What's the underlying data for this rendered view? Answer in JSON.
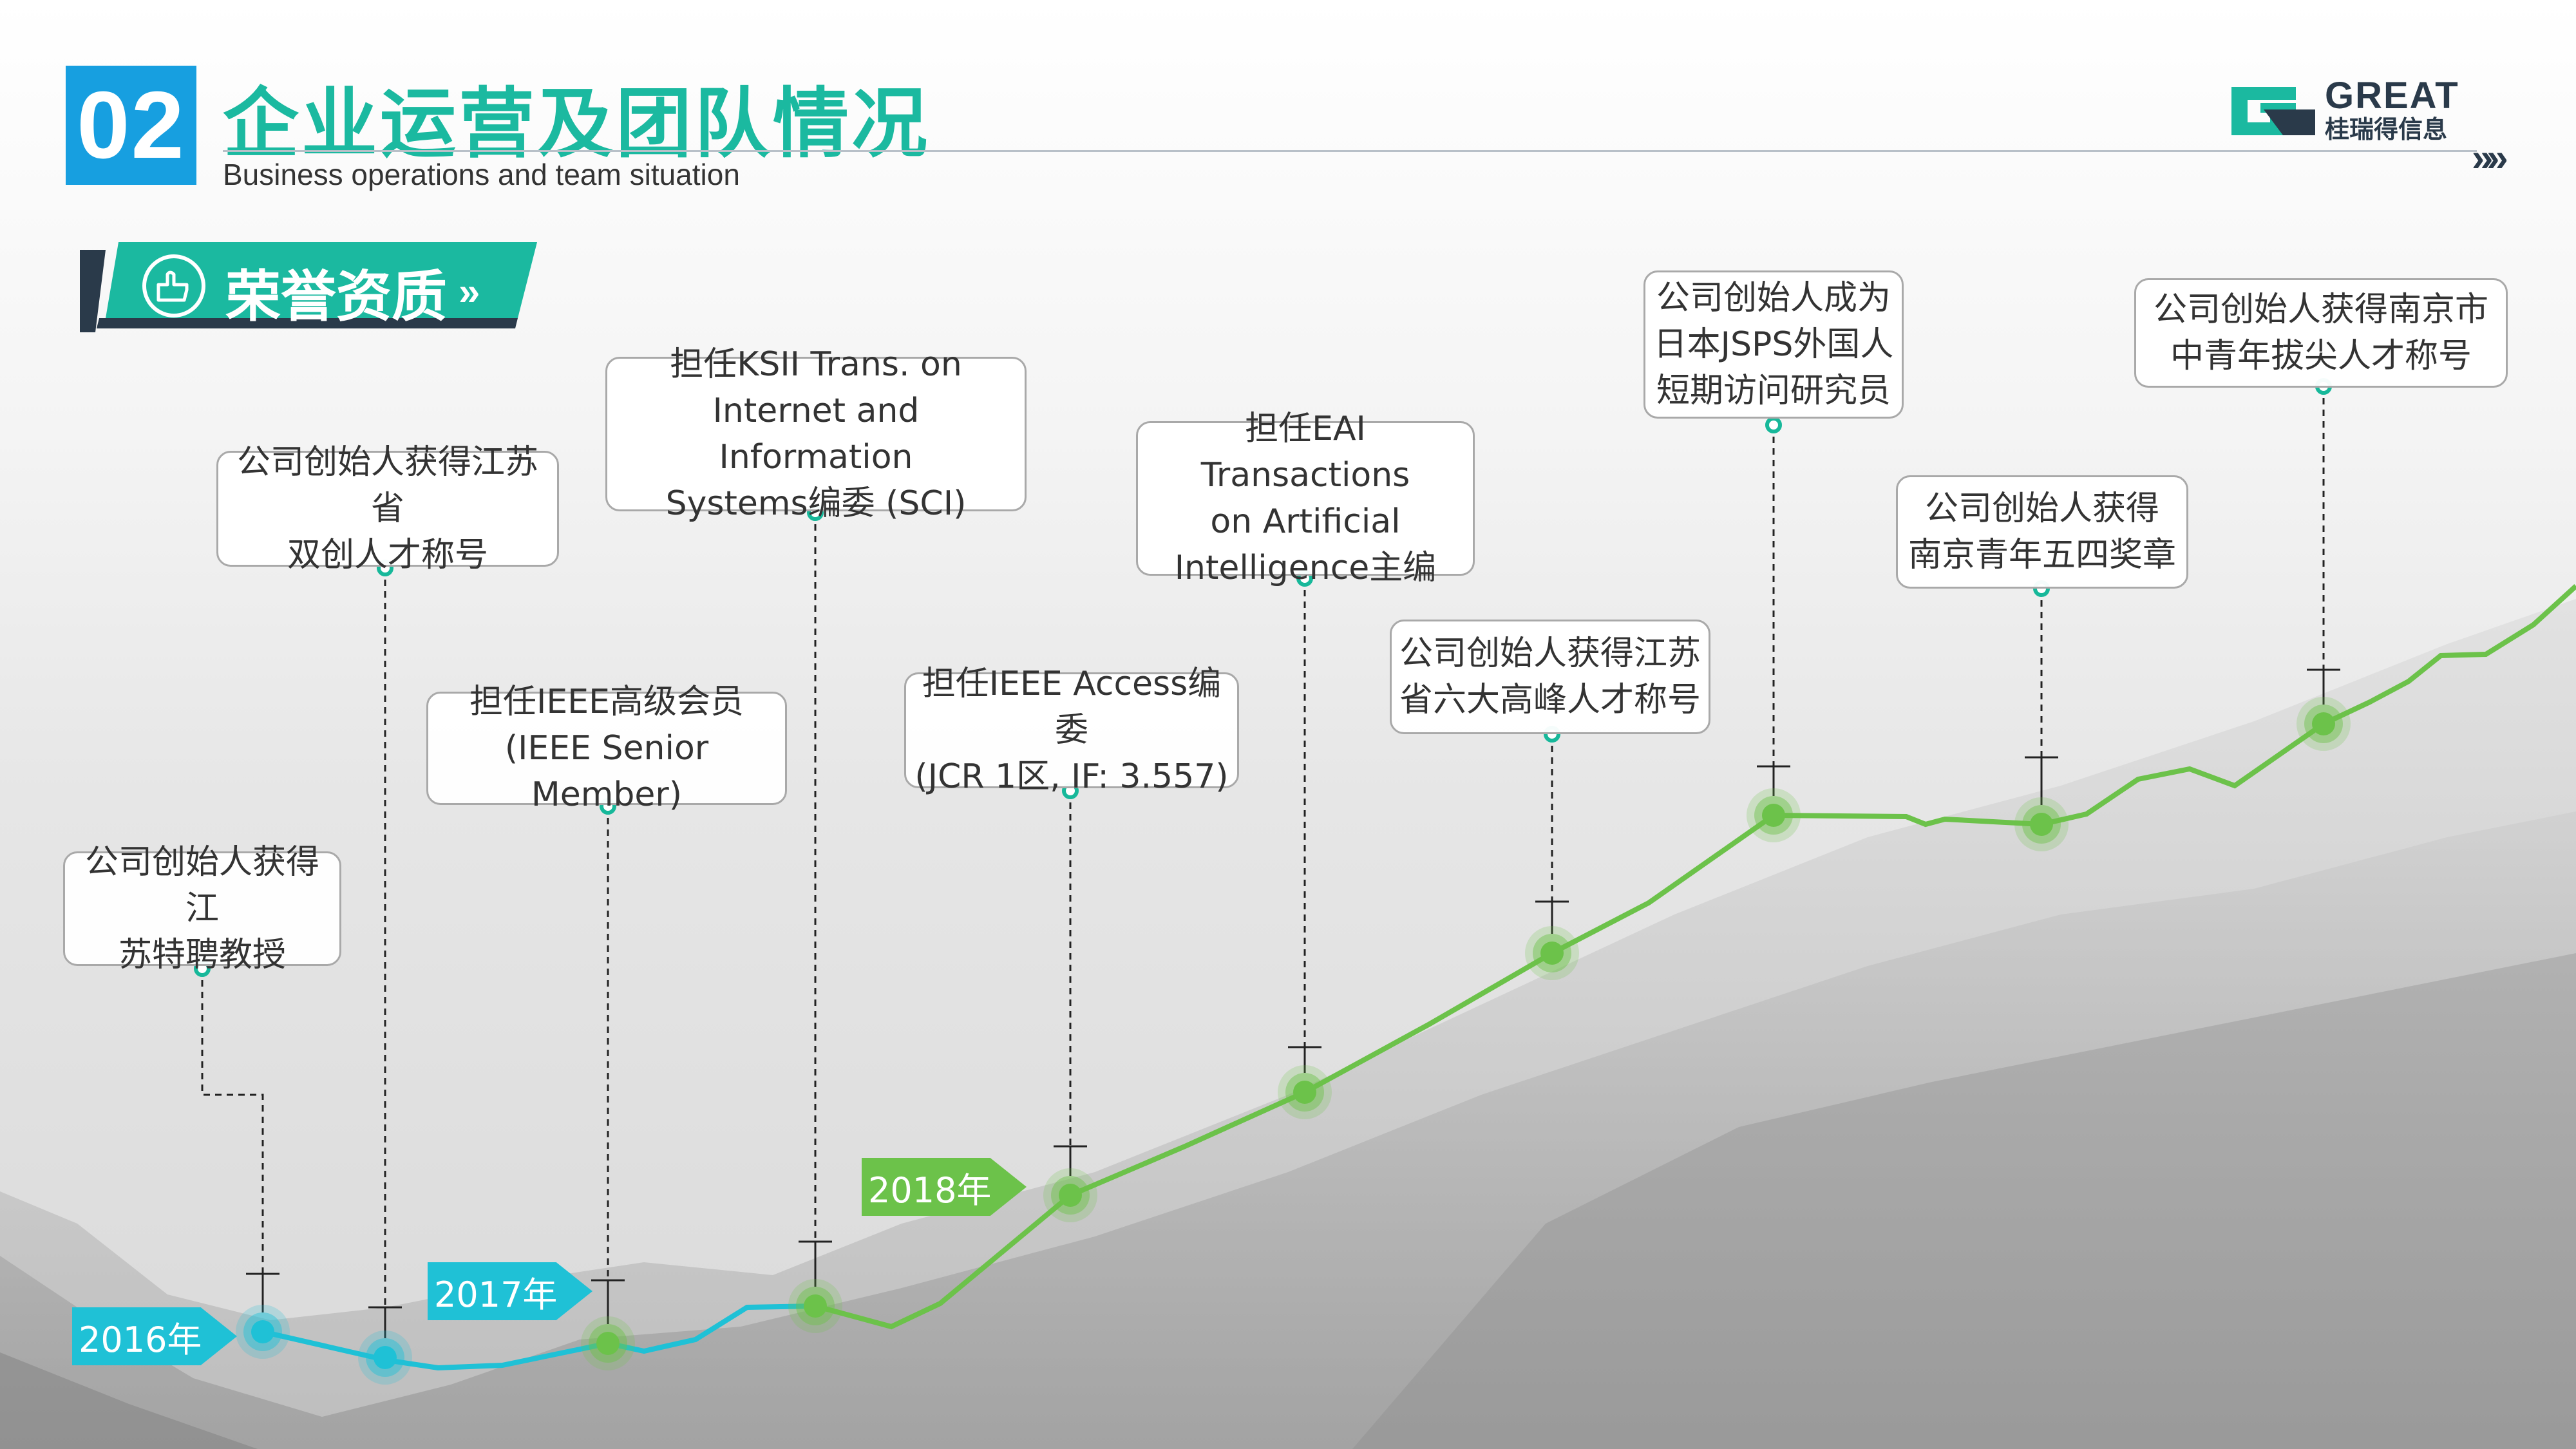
{
  "header": {
    "number": "02",
    "title": "企业运营及团队情况",
    "subtitle": "Business operations and team situation"
  },
  "logo": {
    "en": "GREAT",
    "cn": "桂瑞得信息",
    "chevrons": "»»"
  },
  "section_tag": {
    "label": "荣誉资质",
    "icon": "pointing-hand-icon",
    "arrows": "»"
  },
  "years": [
    {
      "label": "2016年",
      "color": "#1fc1d6"
    },
    {
      "label": "2017年",
      "color": "#1fc1d6"
    },
    {
      "label": "2018年",
      "color": "#6cc24a"
    }
  ],
  "milestones": [
    {
      "lines": [
        "公司创始人获得江",
        "苏特聘教授"
      ]
    },
    {
      "lines": [
        "公司创始人获得江苏省",
        "双创人才称号"
      ]
    },
    {
      "lines": [
        "担任IEEE高级会员",
        "(IEEE Senior Member)"
      ]
    },
    {
      "lines": [
        "担任KSII Trans. on",
        "Internet and Information",
        "Systems编委 (SCI)"
      ]
    },
    {
      "lines": [
        "担任IEEE Access编委",
        "(JCR 1区, IF: 3.557)"
      ]
    },
    {
      "lines": [
        "担任EAI Transactions",
        "on Artificial",
        "Intelligence主编"
      ]
    },
    {
      "lines": [
        "公司创始人获得江苏",
        "省六大高峰人才称号"
      ]
    },
    {
      "lines": [
        "公司创始人成为",
        "日本JSPS外国人",
        "短期访问研究员"
      ]
    },
    {
      "lines": [
        "公司创始人获得",
        "南京青年五四奖章"
      ]
    },
    {
      "lines": [
        "公司创始人获得南京市",
        "中青年拔尖人才称号"
      ]
    }
  ],
  "colors": {
    "accent_blue": "#179fe0",
    "accent_teal": "#1bb9a0",
    "line_cyan": "#1fc1d6",
    "line_green": "#6cc24a",
    "dot_teal": "#17b89a"
  }
}
